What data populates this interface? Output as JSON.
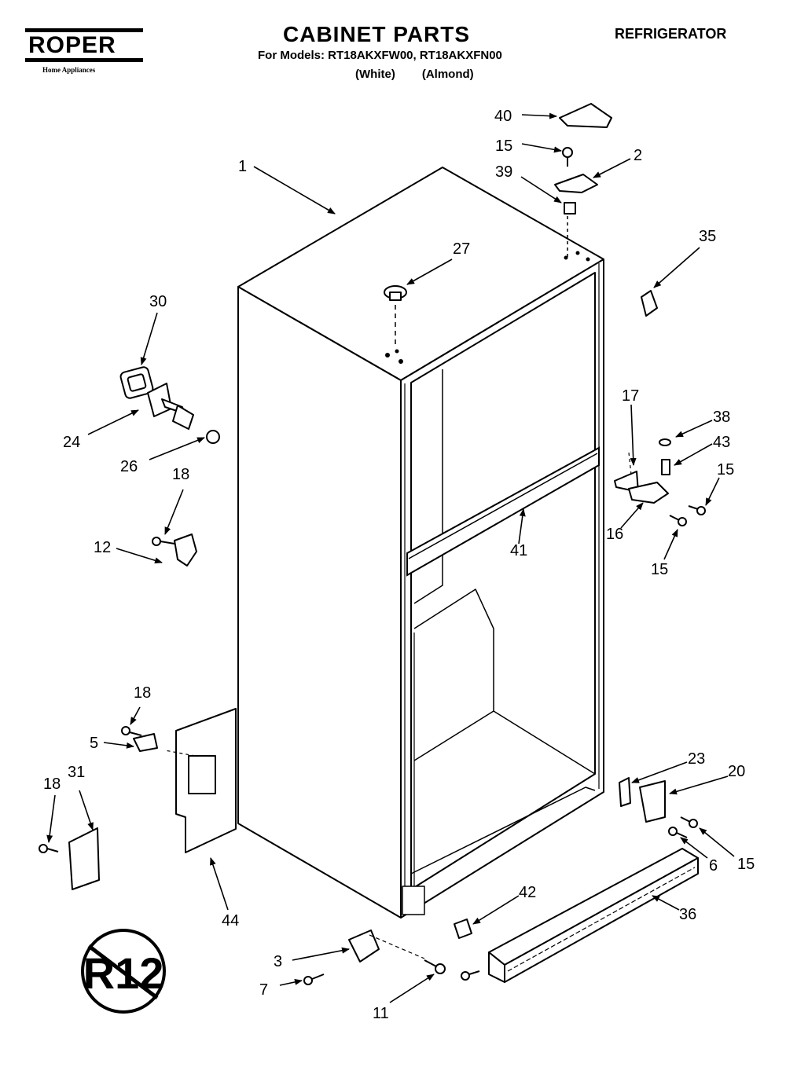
{
  "header": {
    "brand": "ROPER",
    "brand_sub": "Home Appliances",
    "title": "CABINET PARTS",
    "models_line": "For Models: RT18AKXFW00, RT18AKXFN00",
    "color_1": "(White)",
    "color_2": "(Almond)",
    "category": "REFRIGERATOR"
  },
  "badge": {
    "text": "R12"
  },
  "callouts": {
    "c40": "40",
    "c15a": "15",
    "c2": "2",
    "c39": "39",
    "c1": "1",
    "c35": "35",
    "c27": "27",
    "c30": "30",
    "c24": "24",
    "c26": "26",
    "c18a": "18",
    "c12": "12",
    "c17": "17",
    "c38": "38",
    "c43": "43",
    "c15b": "15",
    "c16": "16",
    "c15c": "15",
    "c41": "41",
    "c18b": "18",
    "c5": "5",
    "c18c": "18",
    "c31": "31",
    "c44": "44",
    "c23": "23",
    "c20": "20",
    "c6": "6",
    "c15d": "15",
    "c36": "36",
    "c42": "42",
    "c3": "3",
    "c7": "7",
    "c11": "11"
  }
}
